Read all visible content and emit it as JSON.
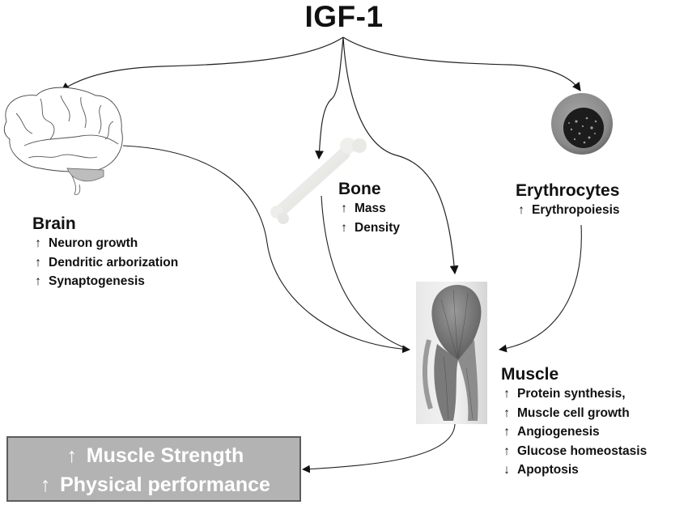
{
  "title": "IGF-1",
  "nodes": {
    "brain": {
      "heading": "Brain",
      "effects": [
        {
          "direction": "up",
          "text": "Neuron growth"
        },
        {
          "direction": "up",
          "text": "Dendritic arborization"
        },
        {
          "direction": "up",
          "text": "Synaptogenesis"
        }
      ]
    },
    "bone": {
      "heading": "Bone",
      "effects": [
        {
          "direction": "up",
          "text": "Mass"
        },
        {
          "direction": "up",
          "text": "Density"
        }
      ]
    },
    "erythrocytes": {
      "heading": "Erythrocytes",
      "effects": [
        {
          "direction": "up",
          "text": "Erythropoiesis"
        }
      ]
    },
    "muscle": {
      "heading": "Muscle",
      "effects": [
        {
          "direction": "up",
          "text": "Protein synthesis,"
        },
        {
          "direction": "up",
          "text": "Muscle cell growth"
        },
        {
          "direction": "up",
          "text": "Angiogenesis"
        },
        {
          "direction": "up",
          "text": "Glucose homeostasis"
        },
        {
          "direction": "down",
          "text": "Apoptosis"
        }
      ]
    }
  },
  "outcome": {
    "lines": [
      {
        "direction": "up",
        "text": "Muscle Strength"
      },
      {
        "direction": "up",
        "text": "Physical performance"
      }
    ]
  },
  "glyphs": {
    "up": "🡑",
    "down": "🡓"
  },
  "colors": {
    "text": "#111111",
    "outcome_box": "#b3b3b3",
    "outcome_border": "#5c5c5c",
    "outcome_text": "#ffffff"
  }
}
